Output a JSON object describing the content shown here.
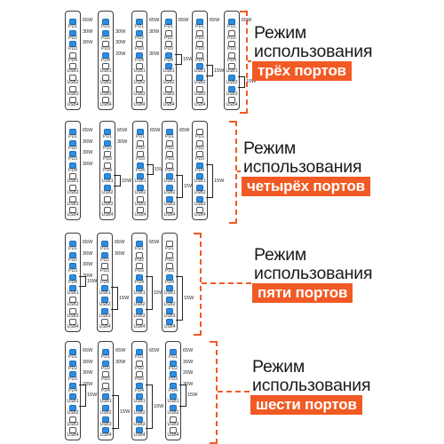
{
  "ports": [
    "PD1",
    "PD2",
    "PD3",
    "PD4",
    "USB1",
    "USB2",
    "USB3",
    "USB4"
  ],
  "bus_label": "15W",
  "colors": {
    "accent": "#f15a24",
    "active": "#2e8de0",
    "outline": "#3c3c3c"
  },
  "modes": [
    {
      "label_line1": "Режим",
      "label_line2": "использования",
      "label_highlight": "трёх портов",
      "devices": [
        {
          "active": [
            0,
            1,
            2
          ],
          "watts": {
            "0": "65W",
            "1": "30W",
            "2": "30W"
          },
          "bus": []
        },
        {
          "active": [
            0,
            1,
            3
          ],
          "watts": {
            "1": "30W",
            "2": "30W",
            "3": "20W"
          },
          "bus": []
        },
        {
          "active": [
            0,
            1,
            3
          ],
          "watts": {
            "0": "65W",
            "1": "30W",
            "3": "30W"
          },
          "bus": []
        },
        {
          "active": [
            0,
            3,
            4
          ],
          "watts": {
            "0": "65W"
          },
          "bus": [
            3,
            4
          ]
        },
        {
          "active": [
            0,
            4,
            5
          ],
          "watts": {
            "0": "65W"
          },
          "bus": [
            4,
            5
          ]
        },
        {
          "active": [
            0,
            5,
            6
          ],
          "watts": {
            "0": "65W"
          },
          "bus": [
            5,
            6
          ]
        }
      ]
    },
    {
      "label_line1": "Режим",
      "label_line2": "использования",
      "label_highlight": "четырёх портов",
      "devices": [
        {
          "active": [
            0,
            1,
            2,
            3
          ],
          "watts": {
            "0": "65W",
            "1": "30W",
            "2": "30W",
            "3": "30W"
          },
          "bus": []
        },
        {
          "active": [
            0,
            1,
            4,
            5
          ],
          "watts": {
            "0": "65W",
            "1": "30W"
          },
          "bus": [
            4,
            5
          ]
        },
        {
          "active": [
            0,
            3,
            4,
            5
          ],
          "watts": {
            "0": "65W"
          },
          "bus": [
            3,
            4
          ]
        },
        {
          "active": [
            0,
            4,
            5,
            6
          ],
          "watts": {
            "0": "65W"
          },
          "bus": [
            4,
            6
          ]
        },
        {
          "active": [
            3,
            4,
            5,
            6
          ],
          "watts": {},
          "bus": [
            3,
            6
          ]
        }
      ]
    },
    {
      "label_line1": "Режим",
      "label_line2": "использования",
      "label_highlight": "пяти портов",
      "devices": [
        {
          "active": [
            0,
            1,
            2,
            3,
            4
          ],
          "watts": {
            "0": "65W",
            "1": "30W",
            "2": "30W",
            "3": "20W"
          },
          "bus": [
            3,
            4
          ]
        },
        {
          "active": [
            0,
            1,
            4,
            5,
            6
          ],
          "watts": {
            "0": "65W",
            "1": "30W"
          },
          "bus": [
            4,
            6
          ]
        },
        {
          "active": [
            0,
            3,
            4,
            5,
            6
          ],
          "watts": {
            "0": "65W"
          },
          "bus": [
            3,
            6
          ]
        },
        {
          "active": [
            3,
            4,
            5,
            6,
            7
          ],
          "watts": {},
          "bus": [
            3,
            7
          ]
        }
      ]
    },
    {
      "label_line1": "Режим",
      "label_line2": "использования",
      "label_highlight": "шести портов",
      "devices": [
        {
          "active": [
            0,
            1,
            2,
            3,
            4,
            5
          ],
          "watts": {
            "0": "65W",
            "1": "30W",
            "2": "30W",
            "3": "20W"
          },
          "bus": [
            3,
            5
          ]
        },
        {
          "active": [
            0,
            1,
            4,
            5,
            6,
            7
          ],
          "watts": {
            "0": "65W",
            "1": "30W"
          },
          "bus": [
            4,
            7
          ]
        },
        {
          "active": [
            0,
            3,
            4,
            5,
            6,
            7
          ],
          "watts": {
            "0": "65W"
          },
          "bus": [
            3,
            7
          ]
        },
        {
          "active": [
            0,
            1,
            2,
            3,
            4,
            5
          ],
          "watts": {
            "0": "65W",
            "1": "30W",
            "2": "20W",
            "3": "30W"
          },
          "bus": [
            3,
            5
          ]
        }
      ]
    }
  ]
}
